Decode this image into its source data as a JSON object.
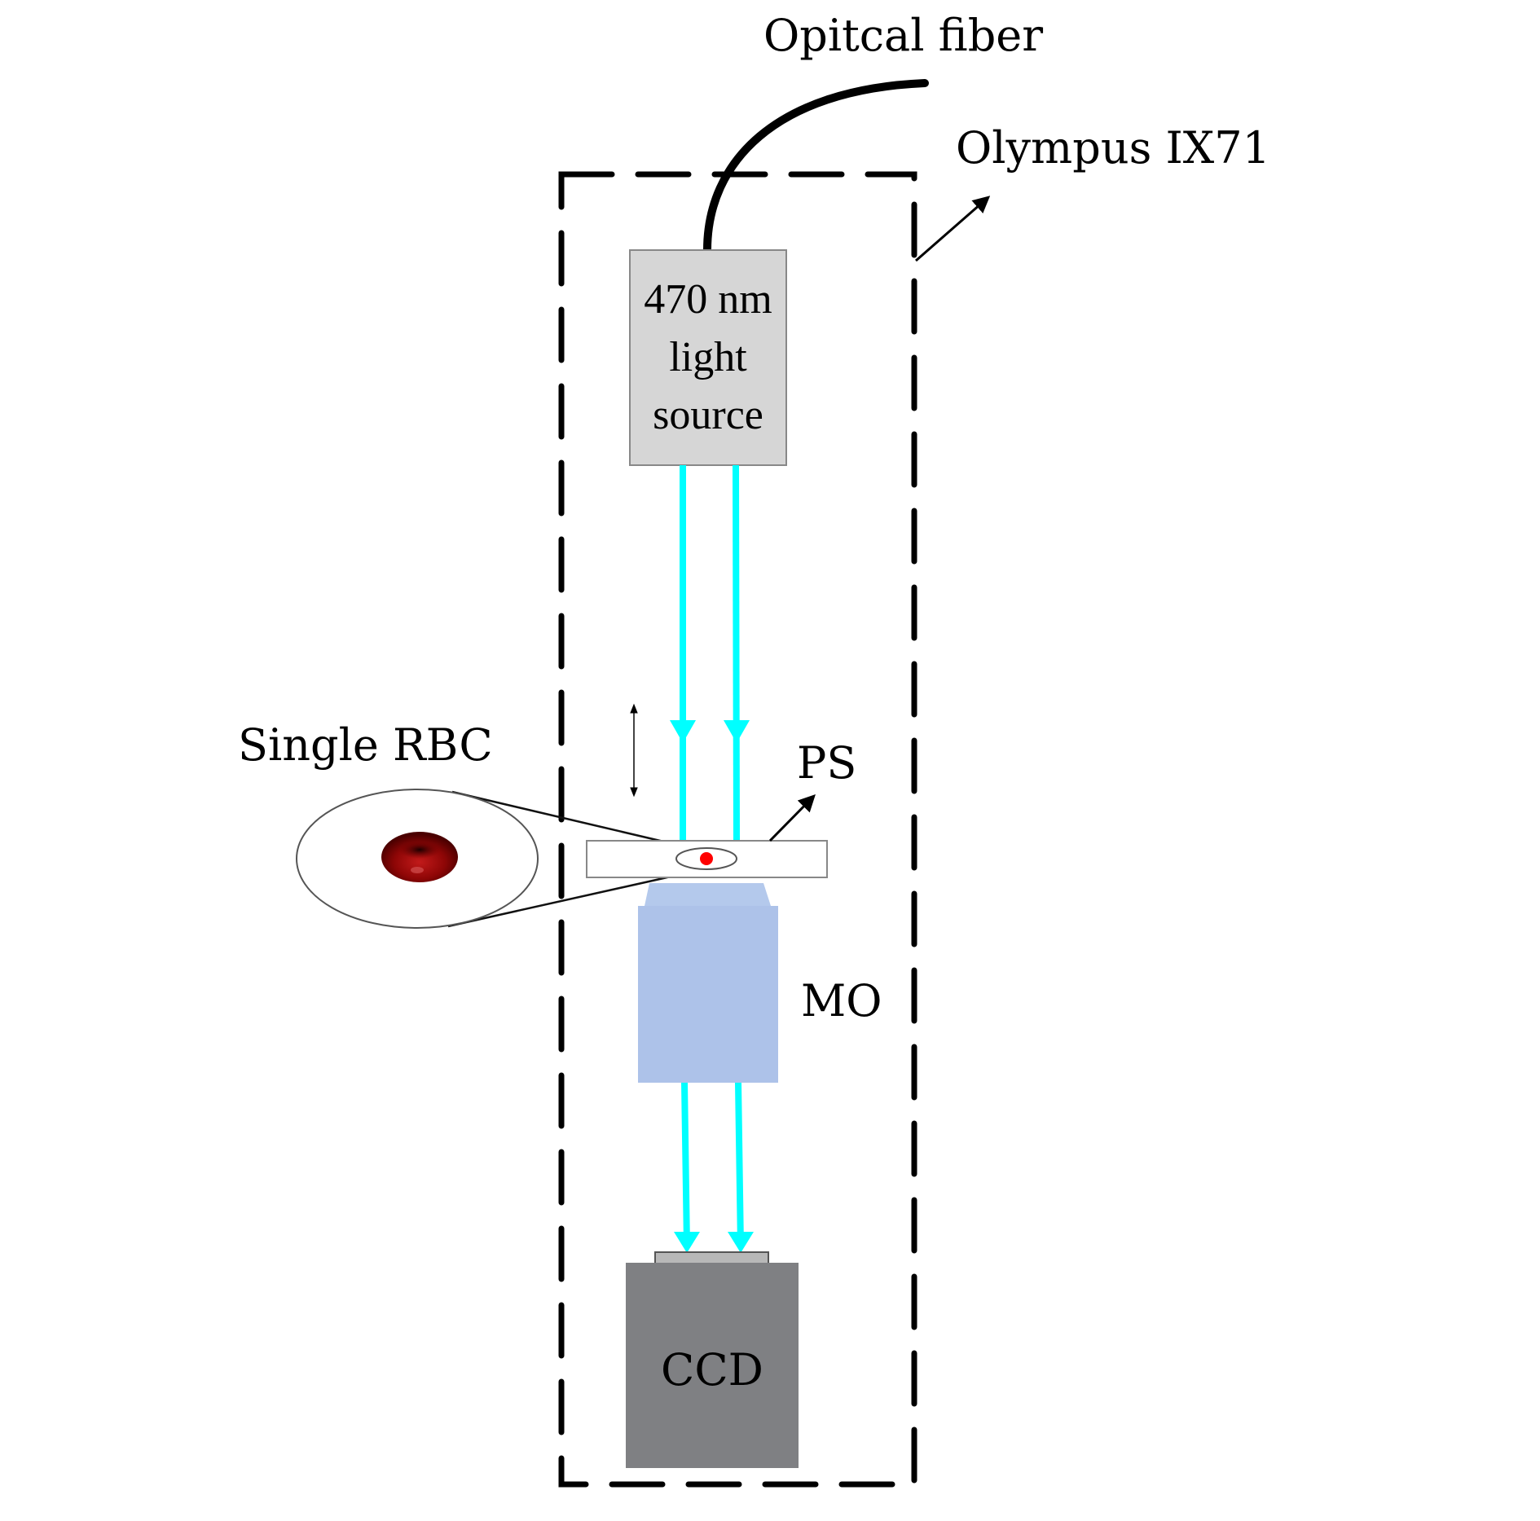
{
  "figure": {
    "type": "optical setup schematic",
    "labels": {
      "fiber": "Opitcal fiber",
      "microscope": "Olympus IX71",
      "light_source_lines": [
        "470 nm",
        "light",
        "source"
      ],
      "sample": "Single RBC",
      "stage": "PS",
      "objective": "MO",
      "camera": "CCD"
    },
    "colors": {
      "beam": "#00ffff",
      "light_source_fill": "#d6d6d6",
      "objective_fill": "#adc2e9",
      "objective_cap_fill": "#b4c9ec",
      "ccd_fill": "#7f8083",
      "ccd_sensor_fill": "#b8b8b8",
      "rbc": "#8b0000",
      "sample_dot": "#ff0000",
      "outline": "#000000"
    }
  }
}
